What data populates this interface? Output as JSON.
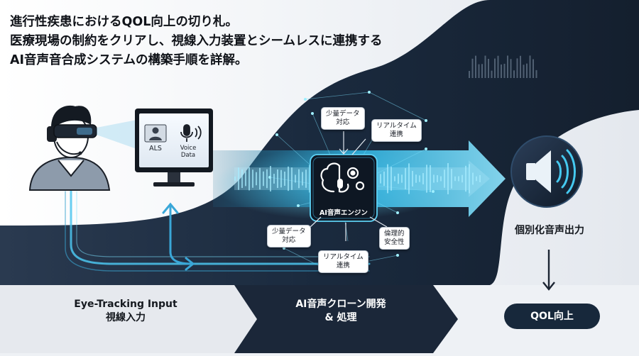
{
  "headline": {
    "line1": "進行性疾患におけるQOL向上の切り札。",
    "line2": "医療現場の制約をクリアし、視線入力装置とシームレスに連携する",
    "line3": "AI音声音合成システムの構築手順を詳解。"
  },
  "monitor": {
    "profile_label": "ALS",
    "voice_label_1": "Voice",
    "voice_label_2": "Data"
  },
  "engine": {
    "label": "AI音声エンジン"
  },
  "nodes": {
    "top_left": [
      "少量データ",
      "対応"
    ],
    "top_right": [
      "リアルタイム",
      "連携"
    ],
    "bottom_left": [
      "少量データ",
      "対応"
    ],
    "bottom_center": [
      "リアルタイム",
      "連携"
    ],
    "bottom_right": [
      "倫理的",
      "安全性"
    ]
  },
  "output": {
    "label": "個別化音声出力",
    "result": "QOL向上"
  },
  "flow": {
    "step1_line1": "Eye-Tracking Input",
    "step1_line2": "視線入力",
    "step2_line1": "AI音声クローン開発",
    "step2_line2": "& 処理"
  },
  "colors": {
    "navy": "#17283b",
    "cyan": "#4fd6ff",
    "light_bg": "#f3f5f8"
  },
  "icons": [
    "user-headset-icon",
    "monitor-icon",
    "profile-icon",
    "microphone-icon",
    "brain-gear-icon",
    "speaker-icon"
  ]
}
